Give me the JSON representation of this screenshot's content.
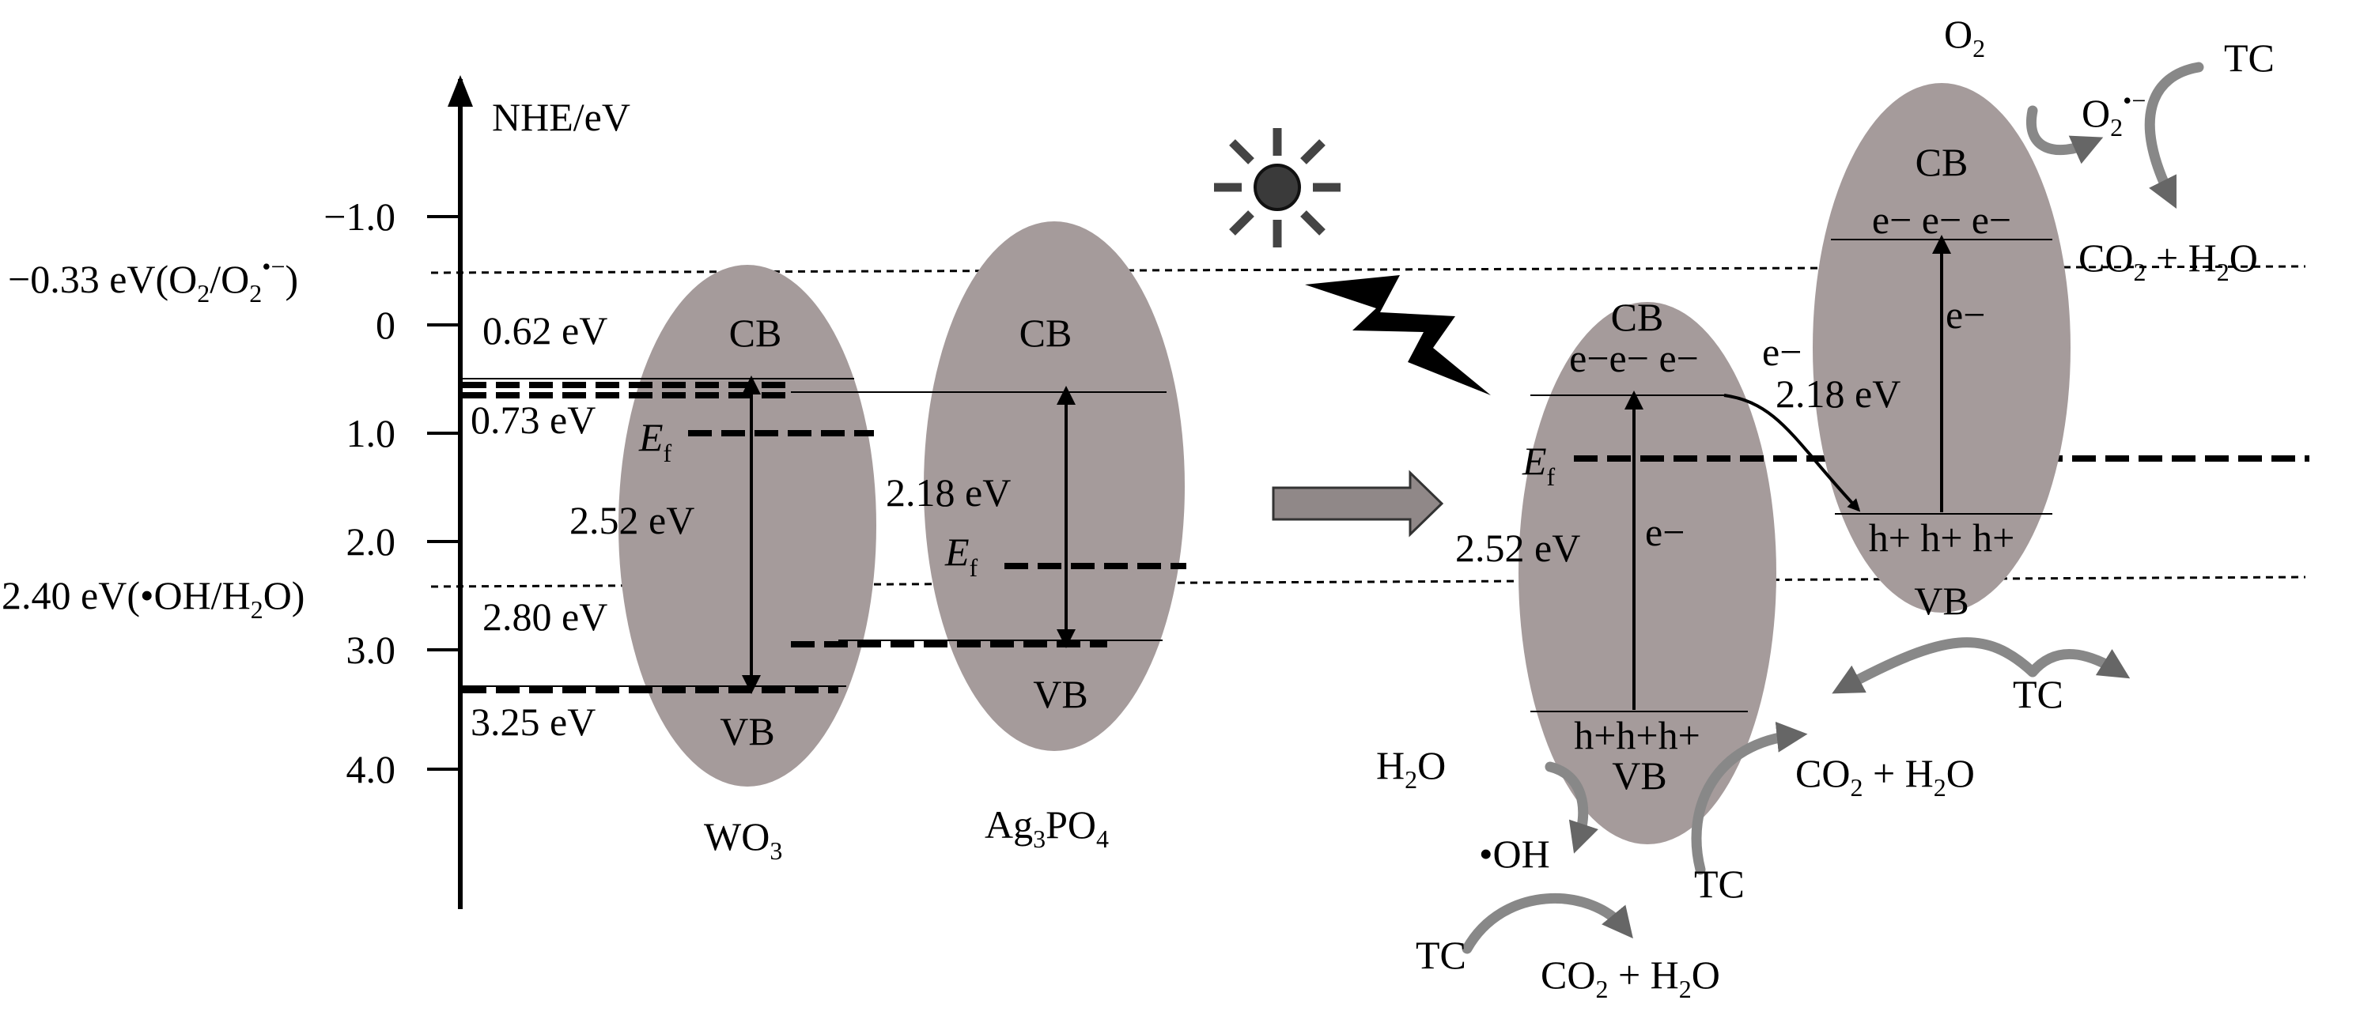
{
  "axis": {
    "label": "NHE/eV",
    "ticks": [
      {
        "label": "−1.0",
        "value": -1.0
      },
      {
        "label": "0",
        "value": 0
      },
      {
        "label": "1.0",
        "value": 1.0
      },
      {
        "label": "2.0",
        "value": 2.0
      },
      {
        "label": "3.0",
        "value": 3.0
      },
      {
        "label": "4.0",
        "value": 4.0
      }
    ]
  },
  "potentials": {
    "o2": {
      "value_text": "−0.33 eV",
      "pre": "(O",
      "sub1": "2",
      "mid": "/O",
      "sub2": "2",
      "sup": "•−",
      "post": ")"
    },
    "oh": {
      "value_text": "2.40 eV",
      "pre": "(•OH/H",
      "sub": "2",
      "post": "O)"
    }
  },
  "wo3": {
    "name_main": "WO",
    "name_sub": "3",
    "cb": "CB",
    "vb": "VB",
    "cb_level": "0.62 eV",
    "cb_level2": "0.73 eV",
    "vb_level": "2.80 eV",
    "vb_level2": "3.25 eV",
    "gap": "2.52 eV",
    "ef_main": "E",
    "ef_sub": "f"
  },
  "ag3po4": {
    "name_p1": "Ag",
    "name_s1": "3",
    "name_p2": "PO",
    "name_s2": "4",
    "cb": "CB",
    "vb": "VB",
    "gap": "2.18 eV",
    "ef_main": "E",
    "ef_sub": "f"
  },
  "after": {
    "wo3": {
      "cb": "CB",
      "vb": "VB",
      "gap": "2.52 eV",
      "ef_main": "E",
      "ef_sub": "f",
      "electrons": "e−e− e−",
      "holes": "h+h+h+",
      "carrier": "e−"
    },
    "ag3po4": {
      "cb": "CB",
      "vb": "VB",
      "gap": "2.18 eV",
      "electrons": "e− e− e−",
      "holes": "h+ h+ h+",
      "carrier": "e−"
    },
    "transfer_electron": "e−"
  },
  "reactions": {
    "o2": {
      "main": "O",
      "sub": "2"
    },
    "superoxide": {
      "main": "O",
      "sub": "2",
      "sup": "•−"
    },
    "tc_top": "TC",
    "co2_h2o_right": {
      "p1": "CO",
      "s1": "2",
      "p2": " + H",
      "s2": "2",
      "p3": "O"
    },
    "tc_vb_right": "TC",
    "co2_h2o_mid": {
      "p1": "CO",
      "s1": "2",
      "p2": " + H",
      "s2": "2",
      "p3": "O"
    },
    "h2o": {
      "p1": "H",
      "s1": "2",
      "p2": "O"
    },
    "oh_radical": "•OH",
    "tc_mid": "TC",
    "tc_bottom": "TC",
    "co2_h2o_bottom": {
      "p1": "CO",
      "s1": "2",
      "p2": " + H",
      "s2": "2",
      "p3": "O"
    }
  }
}
